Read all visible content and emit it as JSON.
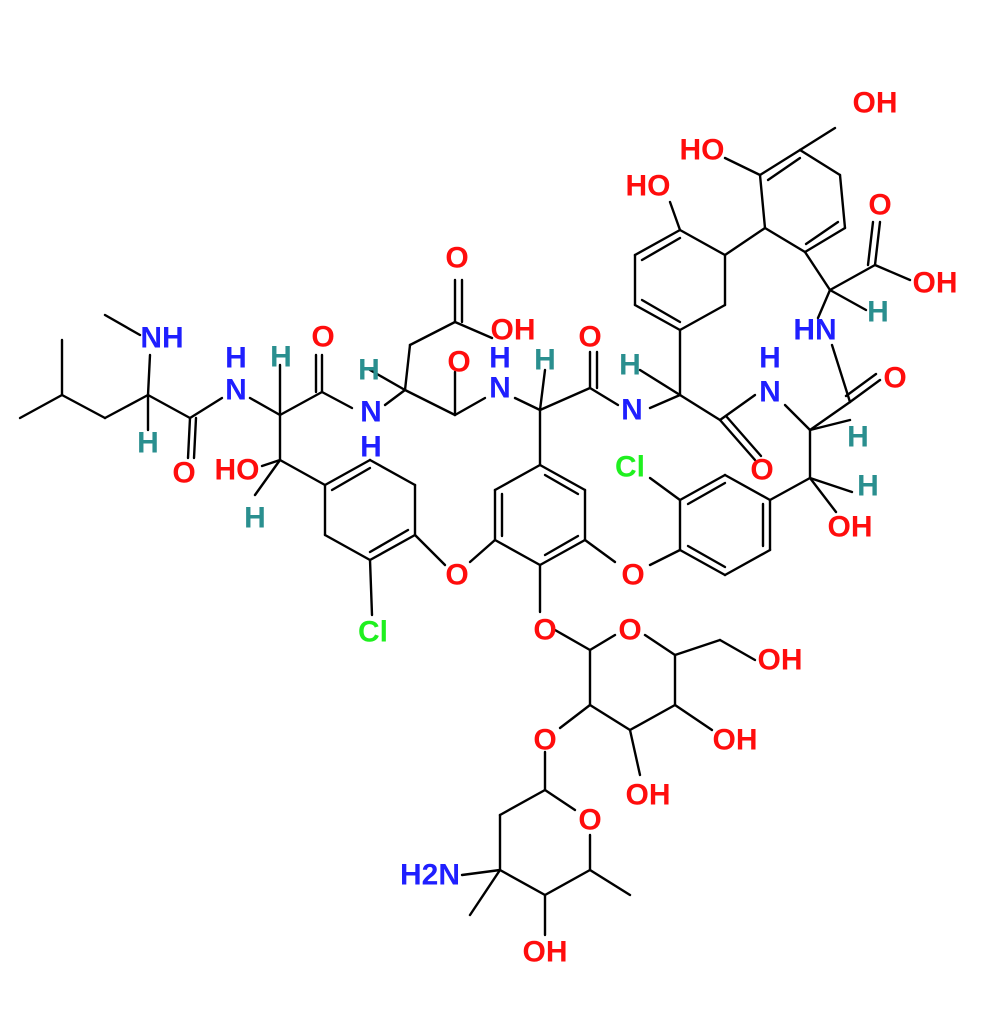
{
  "title": "Glycopeptide structure",
  "colors": {
    "oxygen": "#ff0d0d",
    "nitrogen": "#1f1fff",
    "stereo_hydrogen": "#2a8f8f",
    "chlorine": "#1ff01f",
    "bond": "#000000"
  },
  "atoms": [
    {
      "text": "OH"
    },
    {
      "text": "HO"
    },
    {
      "text": "HO"
    },
    {
      "text": "O"
    },
    {
      "text": "OH"
    },
    {
      "text": "H"
    },
    {
      "text": "HN"
    },
    {
      "text": "O"
    },
    {
      "text": "OH"
    },
    {
      "text": "O"
    },
    {
      "text": "O"
    },
    {
      "text": "NH"
    },
    {
      "text": "H"
    },
    {
      "text": "N"
    },
    {
      "text": "H"
    },
    {
      "text": "H"
    },
    {
      "text": "N"
    },
    {
      "text": "H"
    },
    {
      "text": "O"
    },
    {
      "text": "H"
    },
    {
      "text": "N"
    },
    {
      "text": "H"
    },
    {
      "text": "H"
    },
    {
      "text": "N"
    },
    {
      "text": "H"
    },
    {
      "text": "N"
    },
    {
      "text": "O"
    },
    {
      "text": "H"
    },
    {
      "text": "O"
    },
    {
      "text": "HO"
    },
    {
      "text": "H"
    },
    {
      "text": "O"
    },
    {
      "text": "Cl"
    },
    {
      "text": "H"
    },
    {
      "text": "H"
    },
    {
      "text": "OH"
    },
    {
      "text": "O"
    },
    {
      "text": "O"
    },
    {
      "text": "Cl"
    },
    {
      "text": "O"
    },
    {
      "text": "O"
    },
    {
      "text": "OH"
    },
    {
      "text": "O"
    },
    {
      "text": "OH"
    },
    {
      "text": "OH"
    },
    {
      "text": "O"
    },
    {
      "text": "H2N"
    },
    {
      "text": "OH"
    }
  ]
}
